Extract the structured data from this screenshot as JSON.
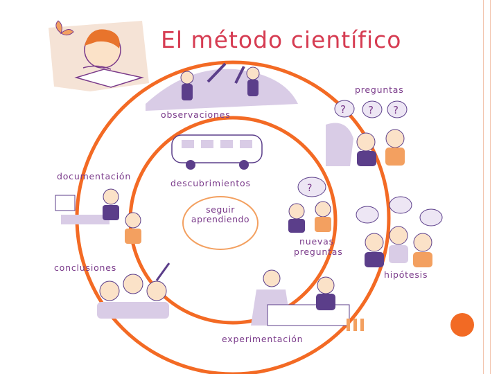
{
  "title": "El método científico",
  "center": {
    "line1": "seguir",
    "line2": "aprendiendo"
  },
  "steps": {
    "observaciones": "observaciones",
    "preguntas": "preguntas",
    "hipotesis": "hipótesis",
    "experimentacion": "experimentación",
    "conclusiones": "conclusiones",
    "documentacion": "documentación",
    "descubrimientos": "descubrimientos",
    "nuevas_line1": "nuevas",
    "nuevas_line2": "preguntas"
  },
  "colors": {
    "cycle": "#f36a24",
    "title": "#d63c52",
    "labels": "#7a3a8a",
    "frame": "#f2c4ad",
    "accent_dot": "#f26a24"
  }
}
